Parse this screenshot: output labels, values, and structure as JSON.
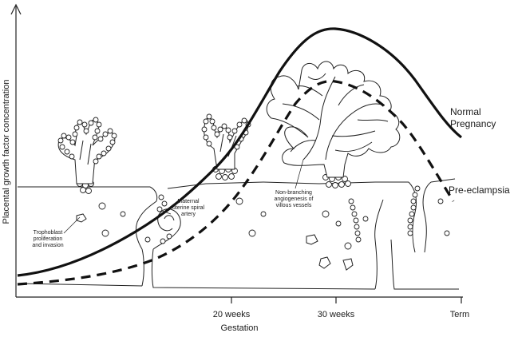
{
  "axes": {
    "y_label": "Placental growth factor concentration",
    "x_label": "Gestation",
    "ticks": [
      "20 weeks",
      "30 weeks",
      "Term"
    ]
  },
  "curves": {
    "normal": {
      "line1": "Normal",
      "line2": "Pregnancy"
    },
    "preeclampsia": {
      "label": "Pre-eclampsia"
    }
  },
  "annotations": {
    "trophoblast": {
      "line1": "Trophoblast",
      "line2": "proliferation",
      "line3": "and invasion"
    },
    "spiral_artery": {
      "line1": "Maternal",
      "line2": "uterine spiral",
      "line3": "artery"
    },
    "angiogenesis": {
      "line1": "Non-branching",
      "line2": "angiogenesis of",
      "line3": "villous vessels"
    }
  }
}
